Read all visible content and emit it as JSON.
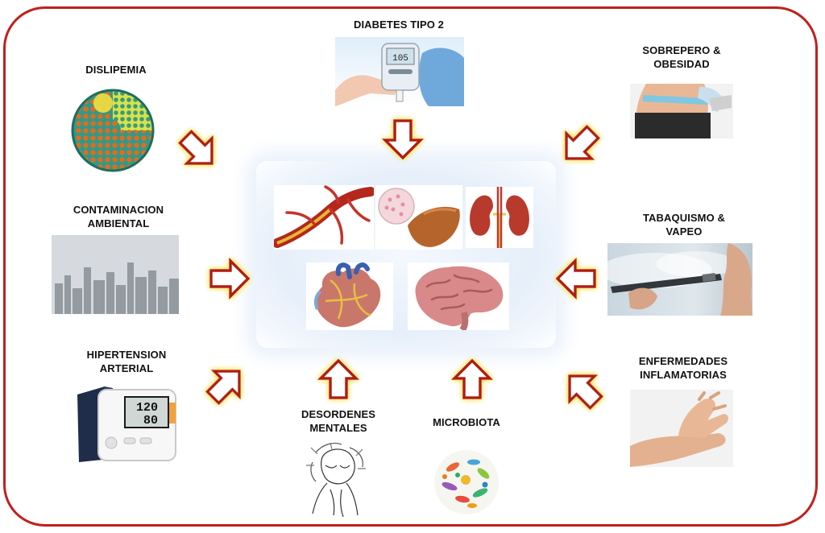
{
  "labels": {
    "diabetes": "DIABETES TIPO 2",
    "dislipemia": "DISLIPEMIA",
    "sobrepeso": "SOBREPERO &\nOBESIDAD",
    "contaminacion": "CONTAMINACION\nAMBIENTAL",
    "tabaquismo": "TABAQUISMO &\nVAPEO",
    "hipertension": "HIPERTENSION\nARTERIAL",
    "enfermedades": "ENFERMEDADES\nINFLAMATORIAS",
    "desordenes": "DESORDENES\nMENTALES",
    "microbiota": "MICROBIOTA"
  },
  "glucometer_reading": "105",
  "bp_monitor": {
    "systolic": "120",
    "diastolic": "80"
  },
  "colors": {
    "frame": "#c0201c",
    "arrow_fill": "#ffffff",
    "arrow_stroke": "#b01e12",
    "arrow_glow": "#f7e25a"
  },
  "icons": [
    "lipoprotein-image",
    "glucometer-image",
    "waist-measure-image",
    "smog-city-image",
    "vape-smoke-image",
    "bp-monitor-image",
    "hand-pain-image",
    "stress-sketch-image",
    "microbes-image",
    "artery-image",
    "liver-image",
    "kidneys-image",
    "heart-image",
    "brain-image"
  ]
}
